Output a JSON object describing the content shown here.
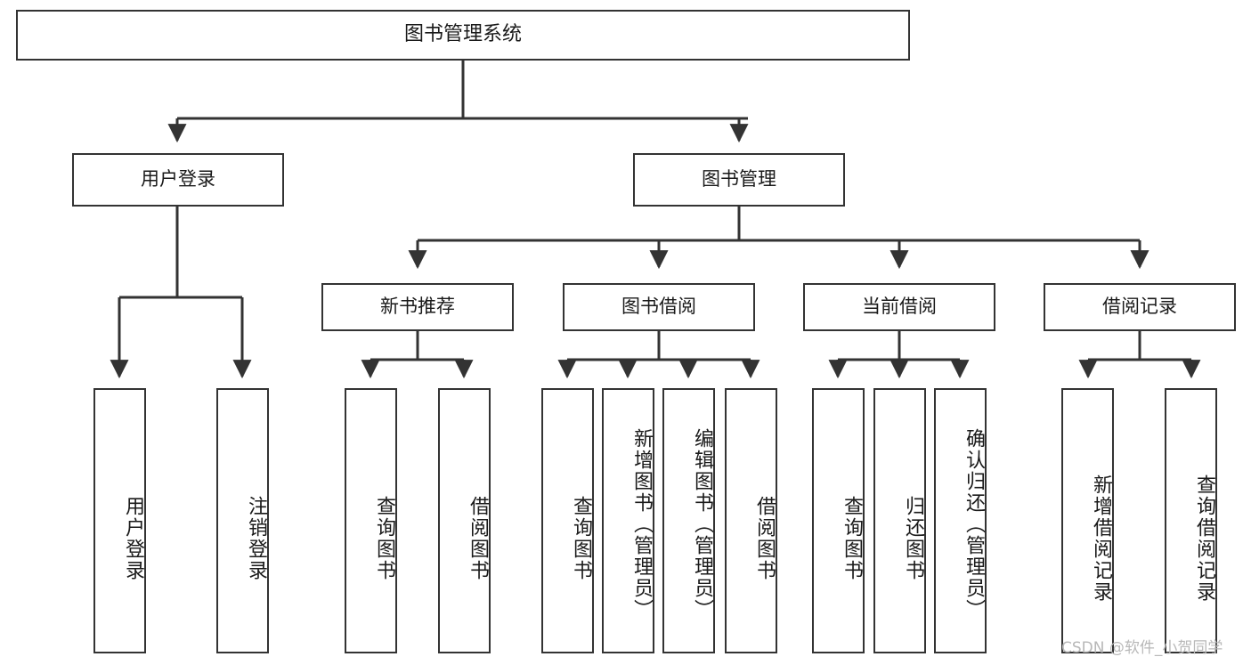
{
  "diagram": {
    "type": "tree",
    "title": "图书管理系统",
    "line_color": "#333333",
    "box_fill": "#ffffff",
    "text_color": "#1a1a1a",
    "nodes": {
      "root": {
        "label": "图书管理系统"
      },
      "level2": [
        {
          "id": "user-login",
          "label": "用户登录"
        },
        {
          "id": "book-manage",
          "label": "图书管理"
        }
      ],
      "level3": [
        {
          "id": "new-book-recommend",
          "label": "新书推荐"
        },
        {
          "id": "book-borrow",
          "label": "图书借阅"
        },
        {
          "id": "current-borrow",
          "label": "当前借阅"
        },
        {
          "id": "borrow-record",
          "label": "借阅记录"
        }
      ],
      "leaves": {
        "user_login": [
          {
            "id": "leaf-user-login",
            "label": "用户登录"
          },
          {
            "id": "leaf-logout-login",
            "label": "注销登录"
          }
        ],
        "new_book_recommend": [
          {
            "id": "leaf-query-book-1",
            "label": "查询图书"
          },
          {
            "id": "leaf-borrow-book-1",
            "label": "借阅图书"
          }
        ],
        "book_borrow": [
          {
            "id": "leaf-query-book-2",
            "label": "查询图书"
          },
          {
            "id": "leaf-add-book-admin",
            "label": "新增图书（管理员）"
          },
          {
            "id": "leaf-edit-book-admin",
            "label": "编辑图书（管理员）"
          },
          {
            "id": "leaf-borrow-book-2",
            "label": "借阅图书"
          }
        ],
        "current_borrow": [
          {
            "id": "leaf-query-book-3",
            "label": "查询图书"
          },
          {
            "id": "leaf-return-book",
            "label": "归还图书"
          },
          {
            "id": "leaf-confirm-return-admin",
            "label": "确认归还（管理员）"
          }
        ],
        "borrow_record": [
          {
            "id": "leaf-add-borrow-record",
            "label": "新增借阅记录"
          },
          {
            "id": "leaf-query-borrow-record",
            "label": "查询借阅记录"
          }
        ]
      }
    }
  },
  "watermark": {
    "text": "CSDN @软件_小贺同学"
  }
}
